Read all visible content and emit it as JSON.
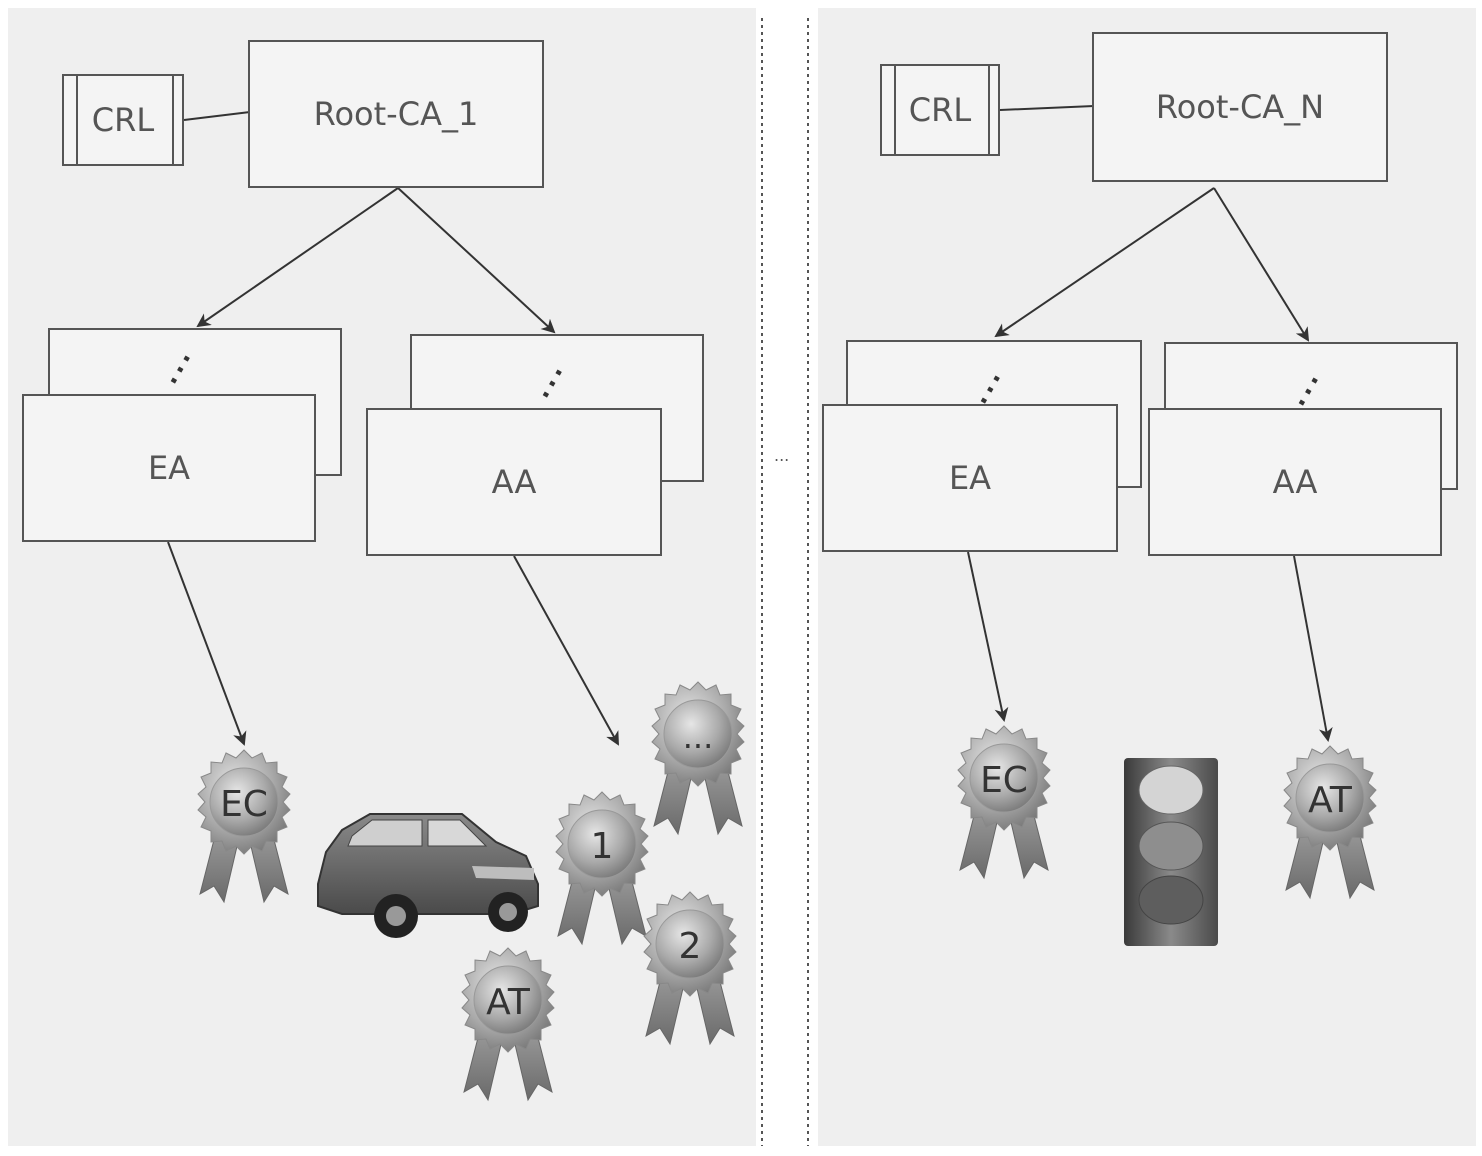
{
  "left": {
    "crl": "CRL",
    "root": "Root-CA_1",
    "ea": "EA",
    "aa": "AA",
    "certs": {
      "ec": "EC",
      "at": "AT",
      "one": "1",
      "two": "2",
      "more": "..."
    }
  },
  "right": {
    "crl": "CRL",
    "root": "Root-CA_N",
    "ea": "EA",
    "aa": "AA",
    "certs": {
      "ec": "EC",
      "at": "AT"
    }
  },
  "separator_ellipsis": "...",
  "colors": {
    "panel": "#efefef",
    "box": "#f4f4f4",
    "stroke": "#555555",
    "badge": "#a8a8a8"
  },
  "icons": [
    "car-icon",
    "traffic-light-icon",
    "certificate-badge-icon"
  ]
}
